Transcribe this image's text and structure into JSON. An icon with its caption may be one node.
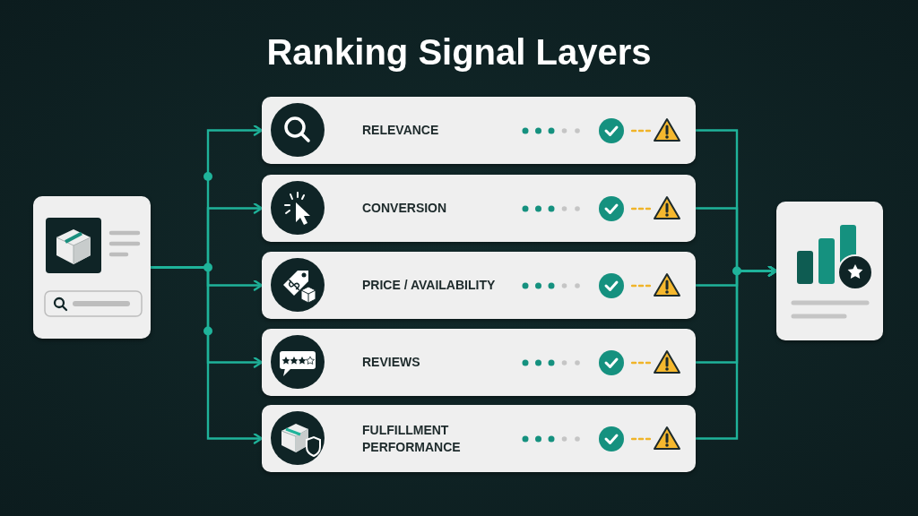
{
  "diagram": {
    "title": "Ranking Signal Layers",
    "nodes": [
      {
        "text": [],
        "shape": "box"
      },
      {
        "text": [
          "RELEVANCE"
        ]
      },
      {
        "text": [
          "CONVERSION"
        ]
      },
      {
        "text": [
          "PRICE / AVAILABILITY"
        ]
      },
      {
        "text": [
          "REVIEWS"
        ]
      },
      {
        "text": [
          "FULFILLMENT PERFORMANCE"
        ]
      },
      {
        "text": [],
        "shape": "box"
      }
    ],
    "edges": [
      {
        "from": 0,
        "to": 1,
        "arrow": "to"
      },
      {
        "from": 0,
        "to": 2,
        "arrow": "to"
      },
      {
        "from": 0,
        "to": 3,
        "arrow": "to"
      },
      {
        "from": 0,
        "to": 4,
        "arrow": "to"
      },
      {
        "from": 0,
        "to": 5,
        "arrow": "to"
      },
      {
        "from": 1,
        "to": 6,
        "arrow": "to"
      },
      {
        "from": 2,
        "to": 6,
        "arrow": "to"
      },
      {
        "from": 3,
        "to": 6,
        "arrow": "to"
      },
      {
        "from": 4,
        "to": 6,
        "arrow": "to"
      },
      {
        "from": 5,
        "to": 6,
        "arrow": "to"
      }
    ]
  }
}
